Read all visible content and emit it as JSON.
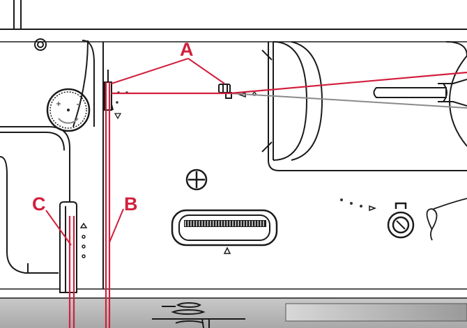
{
  "callouts": {
    "a": "A",
    "b": "B",
    "c": "C"
  },
  "colors": {
    "thread": "#d21f3c",
    "callout": "#d21f3c",
    "outline": "#1a1a1a",
    "upper_thread_gray": "#8a8a8a",
    "machine_body": "#ffffff",
    "base_plate": "#b5b5b5"
  },
  "icons": [
    "tension-dial-icon",
    "plus-circle-icon",
    "up-arrow-icon",
    "bobbin-winder-icon",
    "thread-guide-icon"
  ]
}
